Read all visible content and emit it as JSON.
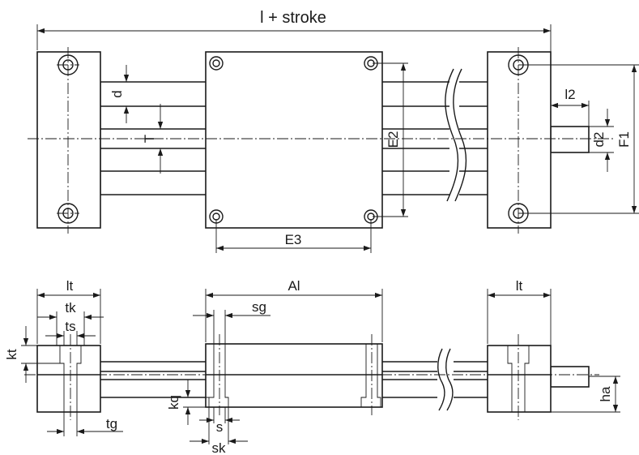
{
  "labels": {
    "total_length": "l + stroke",
    "d": "d",
    "T": "T",
    "E2": "E2",
    "E3": "E3",
    "l2": "l2",
    "d2": "d2",
    "F1": "F1",
    "lt_left": "lt",
    "tk": "tk",
    "ts": "ts",
    "kt": "kt",
    "tg": "tg",
    "Al": "Al",
    "sg": "sg",
    "kq": "kq",
    "s": "s",
    "sk": "sk",
    "lt_right": "lt",
    "ha": "ha"
  }
}
